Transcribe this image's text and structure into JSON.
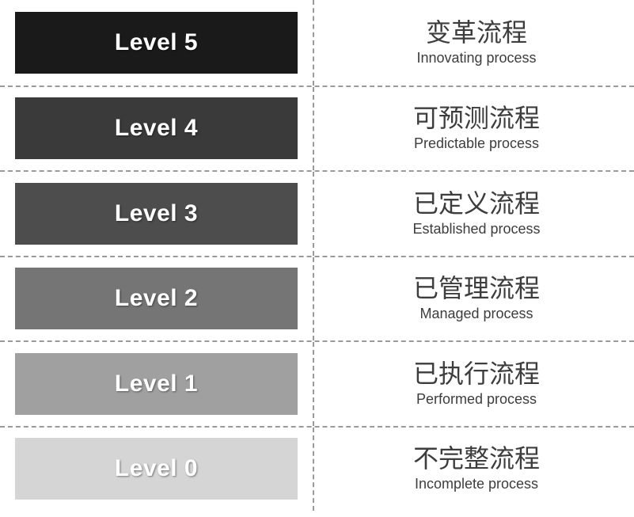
{
  "chart_data": {
    "type": "bar",
    "title": "",
    "orientation": "horizontal-stack",
    "categories": [
      "Level 5",
      "Level 4",
      "Level 3",
      "Level 2",
      "Level 1",
      "Level 0"
    ],
    "values": [
      5,
      4,
      3,
      2,
      1,
      0
    ],
    "colors": [
      "#1a1a1a",
      "#3a3a3a",
      "#4d4d4d",
      "#757575",
      "#a0a0a0",
      "#d5d5d5"
    ],
    "annotations_cn": [
      "变革流程",
      "可预测流程",
      "已定义流程",
      "已管理流程",
      "已执行流程",
      "不完整流程"
    ],
    "annotations_en": [
      "Innovating process",
      "Predictable process",
      "Established process",
      "Managed process",
      "Performed process",
      "Incomplete process"
    ],
    "xlabel": "",
    "ylabel": "",
    "grid": false,
    "legend": "none"
  },
  "levels": [
    {
      "bar_label": "Level 5",
      "name_cn": "变革流程",
      "name_en": "Innovating process",
      "color": "#1a1a1a",
      "label_color": "#ffffff"
    },
    {
      "bar_label": "Level 4",
      "name_cn": "可预测流程",
      "name_en": "Predictable process",
      "color": "#3a3a3a",
      "label_color": "#ffffff"
    },
    {
      "bar_label": "Level 3",
      "name_cn": "已定义流程",
      "name_en": "Established process",
      "color": "#4d4d4d",
      "label_color": "#ffffff"
    },
    {
      "bar_label": "Level 2",
      "name_cn": "已管理流程",
      "name_en": "Managed process",
      "color": "#757575",
      "label_color": "#ffffff"
    },
    {
      "bar_label": "Level 1",
      "name_cn": "已执行流程",
      "name_en": "Performed process",
      "color": "#a0a0a0",
      "label_color": "#ffffff"
    },
    {
      "bar_label": "Level 0",
      "name_cn": "不完整流程",
      "name_en": "Incomplete process",
      "color": "#d5d5d5",
      "label_color": "#ffffff"
    }
  ]
}
